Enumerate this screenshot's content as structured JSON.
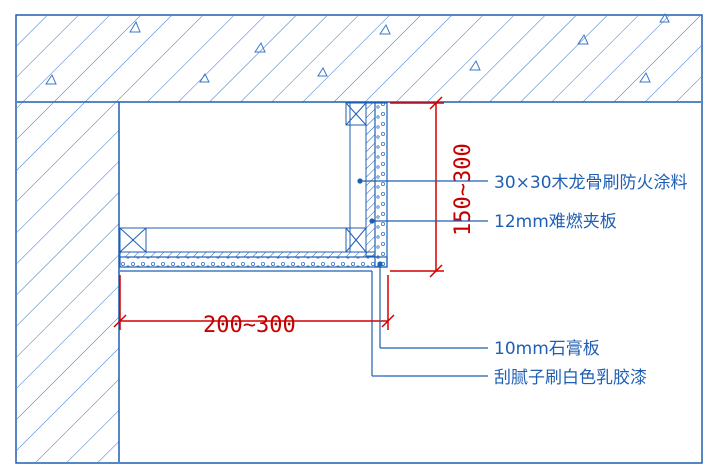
{
  "dimensions": {
    "horizontal": "200~300",
    "vertical": "150~300"
  },
  "labels": {
    "wood_keel": "30×30木龙骨刷防火涂料",
    "fire_board": "12mm难燃夹板",
    "gypsum_board": "10mm石膏板",
    "putty_paint": "刮腻子刷白色乳胶漆"
  },
  "colors": {
    "line": "#1e5fb4",
    "dimension": "#d40000",
    "hatch": "#3a78c8",
    "background": "#ffffff"
  }
}
